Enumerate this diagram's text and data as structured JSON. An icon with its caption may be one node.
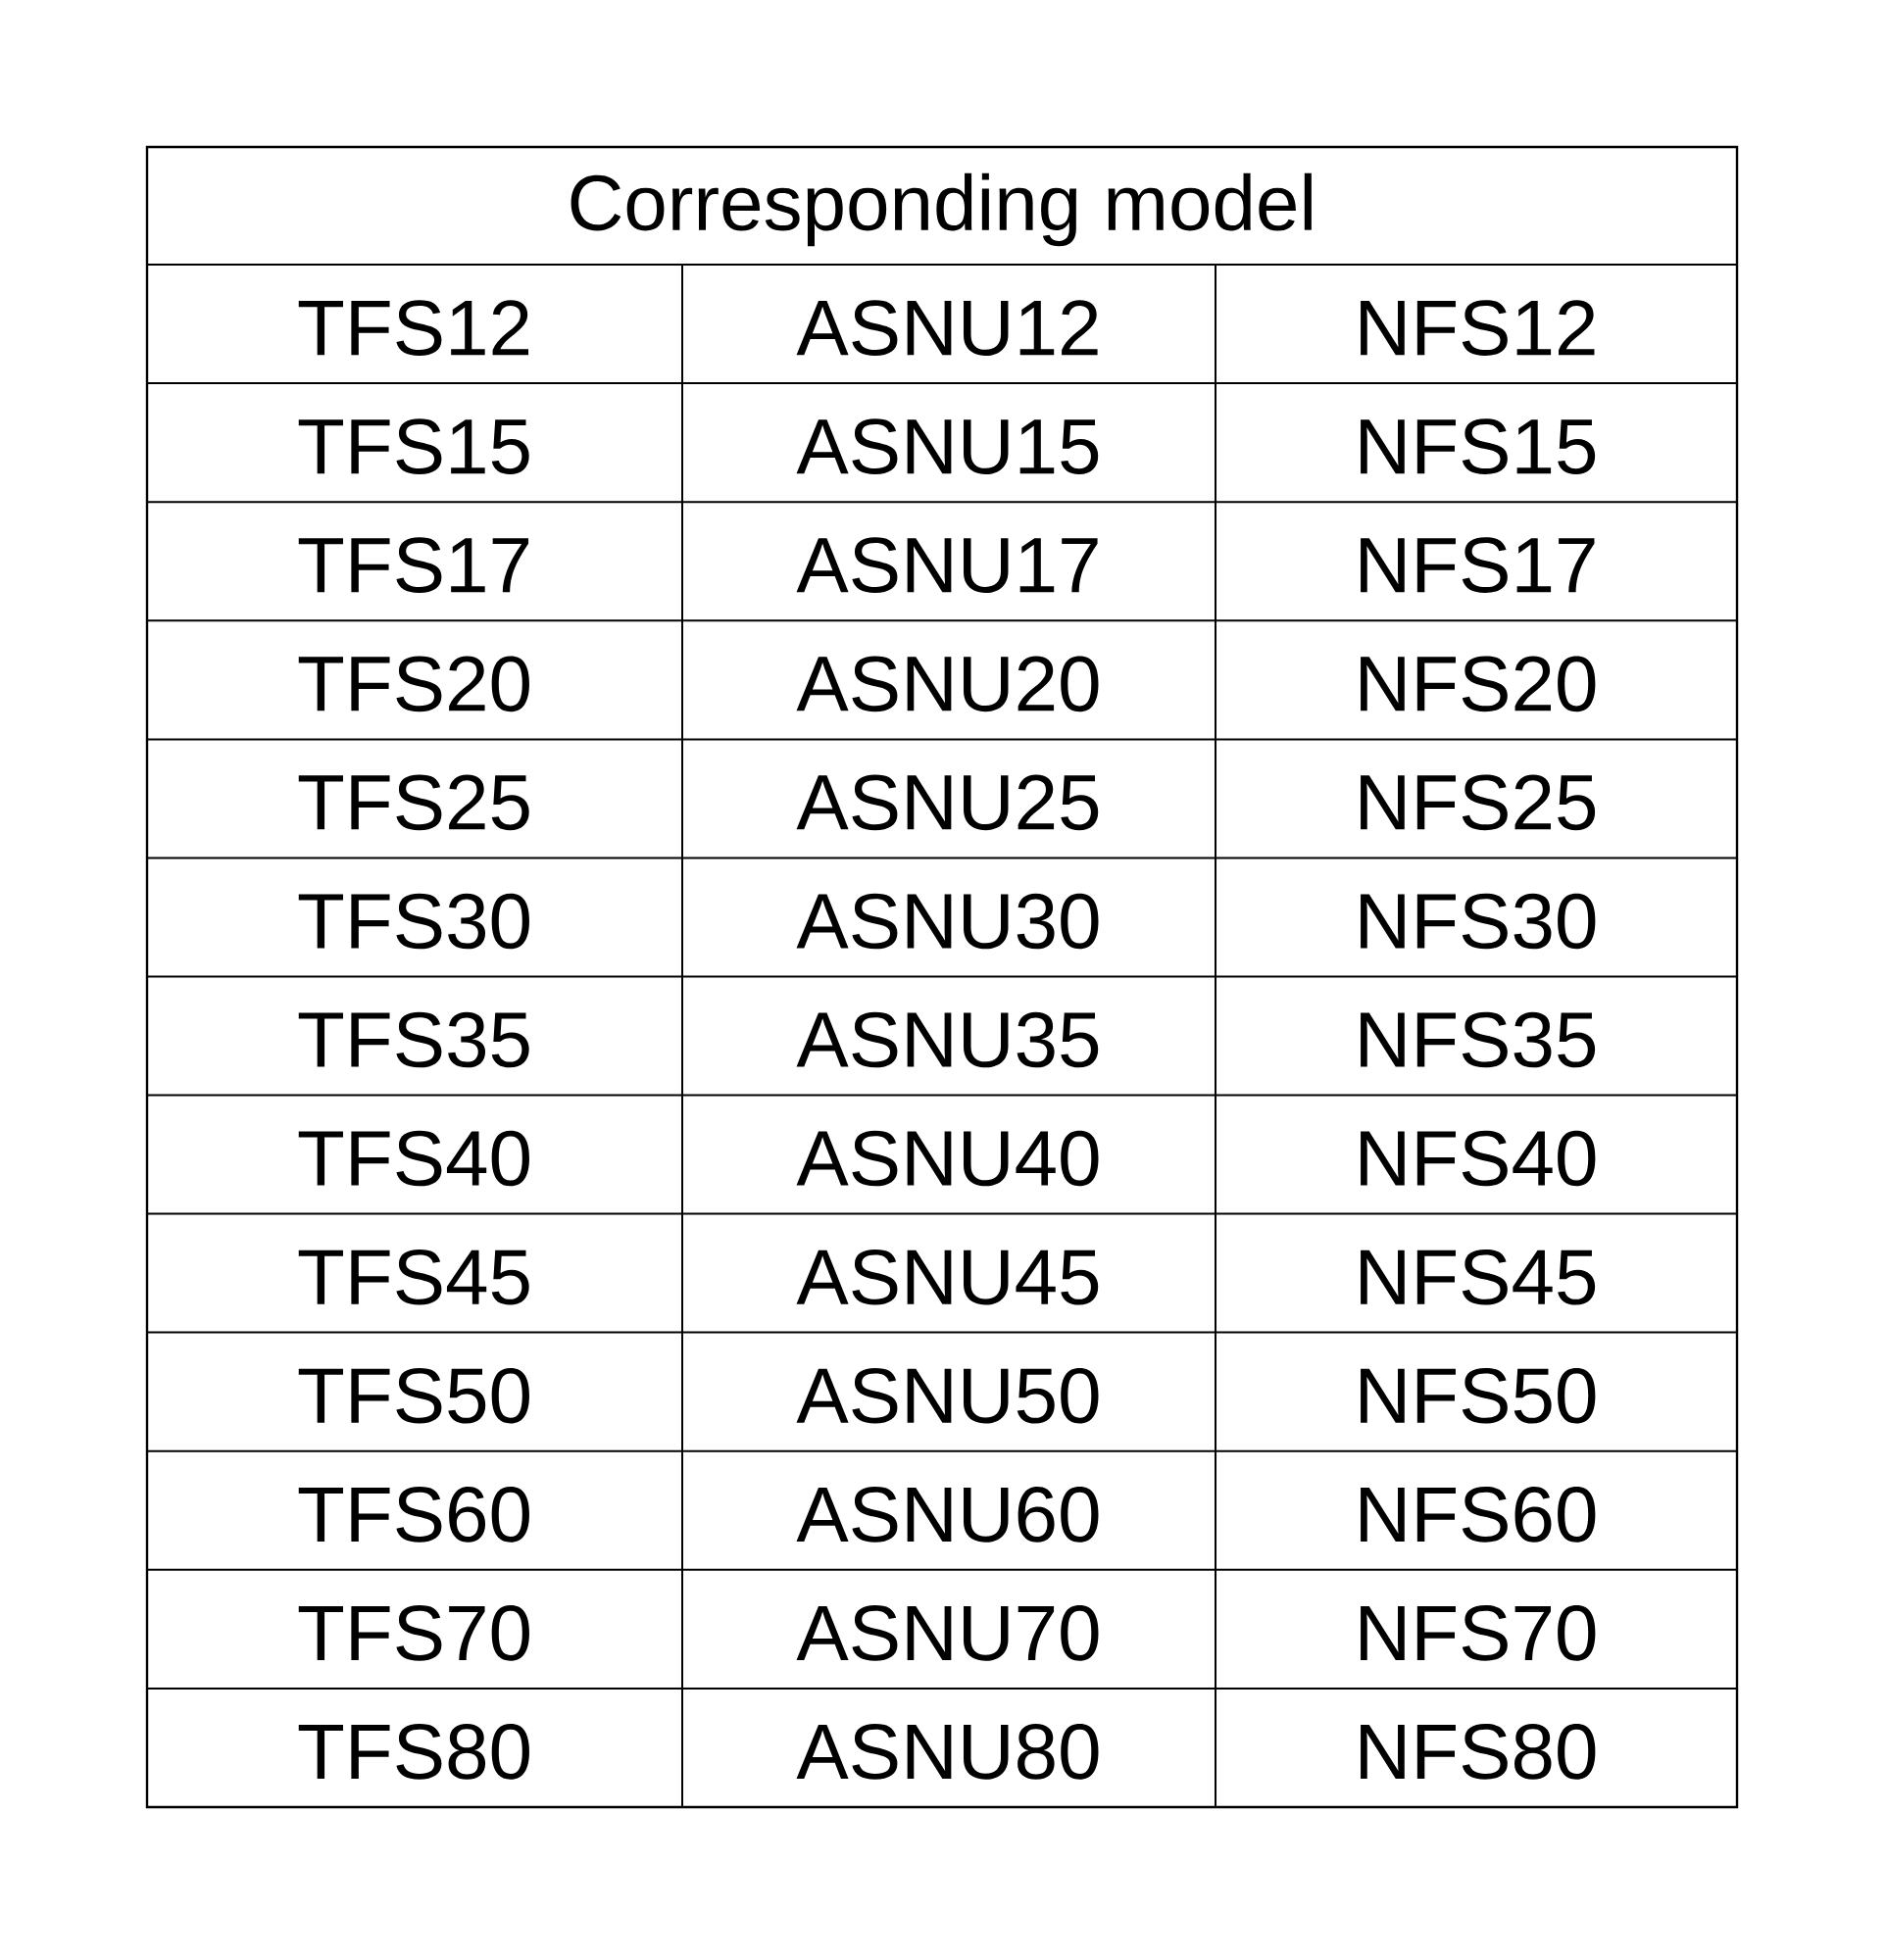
{
  "diagram": {
    "labels": [
      "Corresponding model",
      "TFS12",
      "ASNU12",
      "NFS12",
      "TFS15",
      "ASNU15",
      "NFS15",
      "TFS17",
      "ASNU17",
      "NFS17",
      "TFS20",
      "ASNU20",
      "NFS20",
      "TFS25",
      "ASNU25",
      "NFS25",
      "TFS30",
      "ASNU30",
      "NFS30",
      "TFS35",
      "ASNU35",
      "NFS35",
      "TFS40",
      "ASNU40",
      "NFS40",
      "TFS45",
      "ASNU45",
      "NFS45",
      "TFS50",
      "ASNU50",
      "NFS50",
      "TFS60",
      "ASNU60",
      "NFS60",
      "TFS70",
      "ASNU70",
      "NFS70",
      "TFS80",
      "ASNU80",
      "NFS80"
    ]
  }
}
